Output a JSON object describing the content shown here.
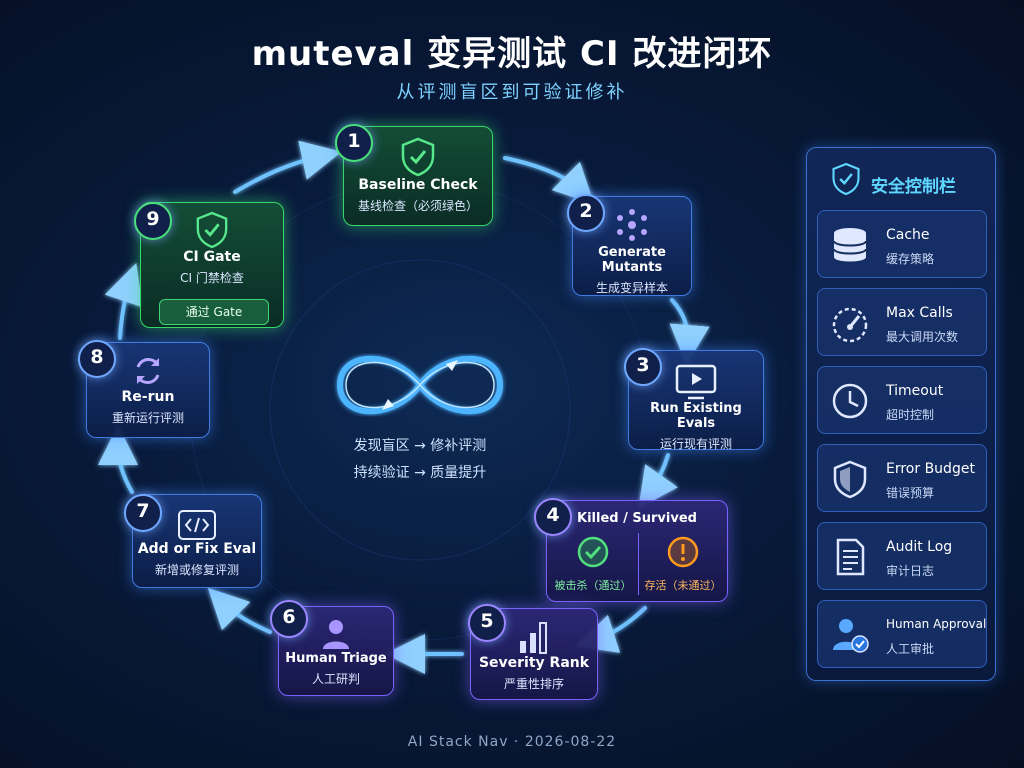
{
  "header": {
    "title": "muteval 变异测试 CI 改进闭环",
    "subtitle": "从评测盲区到可验证修补"
  },
  "steps": [
    {
      "num": "1",
      "title": "Baseline Check",
      "sub": "基线检查（必须绿色）",
      "icon": "shield-check-icon"
    },
    {
      "num": "2",
      "title": "Generate Mutants",
      "sub": "生成变异样本",
      "icon": "molecule-dots-icon"
    },
    {
      "num": "3",
      "title": "Run Existing Evals",
      "sub": "运行现有评测",
      "icon": "play-monitor-icon"
    },
    {
      "num": "4",
      "title": "Killed / Survived",
      "killed": "被击杀（通过）",
      "survived": "存活（未通过）",
      "icon": "check-warning-icon"
    },
    {
      "num": "5",
      "title": "Severity Rank",
      "sub": "严重性排序",
      "icon": "bar-chart-icon"
    },
    {
      "num": "6",
      "title": "Human Triage",
      "sub": "人工研判",
      "icon": "person-icon"
    },
    {
      "num": "7",
      "title": "Add or Fix Eval",
      "sub": "新增或修复评测",
      "icon": "code-icon"
    },
    {
      "num": "8",
      "title": "Re-run",
      "sub": "重新运行评测",
      "icon": "refresh-icon"
    },
    {
      "num": "9",
      "title": "CI Gate",
      "sub": "CI 门禁检查",
      "pill": "通过 Gate",
      "icon": "shield-check-icon"
    }
  ],
  "center": {
    "line1": "发现盲区 → 修补评测",
    "line2": "持续验证 → 质量提升"
  },
  "panel": {
    "title": "安全控制栏",
    "items": [
      {
        "title": "Cache",
        "sub": "缓存策略",
        "icon": "database-icon"
      },
      {
        "title": "Max Calls",
        "sub": "最大调用次数",
        "icon": "gauge-icon"
      },
      {
        "title": "Timeout",
        "sub": "超时控制",
        "icon": "clock-icon"
      },
      {
        "title": "Error Budget",
        "sub": "错误预算",
        "icon": "shield-icon"
      },
      {
        "title": "Audit Log",
        "sub": "审计日志",
        "icon": "document-icon"
      },
      {
        "title": "Human Approval",
        "sub": "人工审批",
        "icon": "user-check-icon"
      }
    ]
  },
  "footer": "AI Stack Nav · 2026-08-22",
  "colors": {
    "accent": "#5fd8ff",
    "green": "#37d86a",
    "purple": "#7a62ff",
    "orange": "#ff9a1f"
  }
}
